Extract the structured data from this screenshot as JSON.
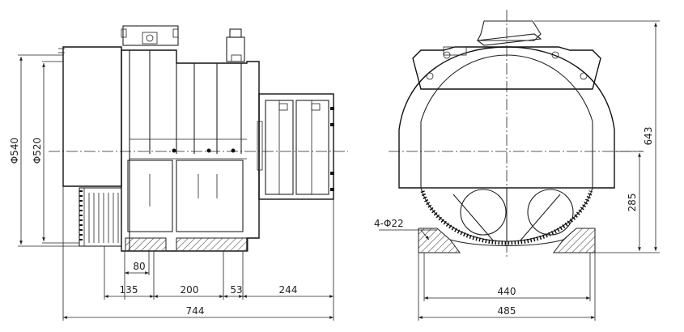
{
  "drawing": {
    "side_view": {
      "diameters": [
        "Φ540",
        "Φ520"
      ],
      "horizontal_dims": [
        "80",
        "135",
        "200",
        "53",
        "244",
        "744"
      ]
    },
    "front_view": {
      "vertical_dims": [
        "643",
        "285"
      ],
      "hole_callout": "4-Φ22",
      "horizontal_dims": [
        "440",
        "485"
      ]
    }
  }
}
